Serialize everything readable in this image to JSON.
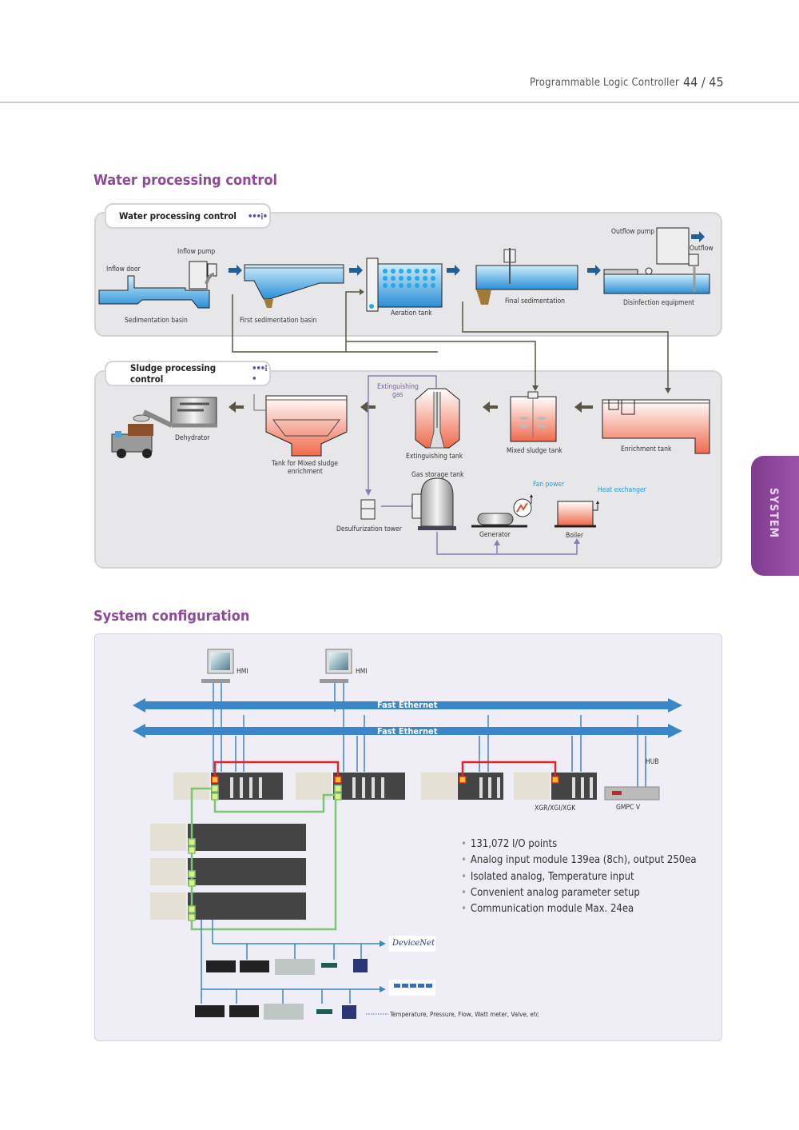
{
  "header": {
    "doc_title": "Programmable Logic Controller",
    "page_numbers": "44 / 45"
  },
  "side_tab": {
    "label": "SYSTEM"
  },
  "water_section": {
    "title": "Water processing control",
    "water_panel": {
      "pill_label": "Water processing control",
      "labels": {
        "inflow_door": "Inflow door",
        "inflow_pump": "Inflow pump",
        "sedimentation_basin": "Sedimentation basin",
        "first_sedimentation_basin": "First sedimentation basin",
        "aeration_tank": "Aeration tank",
        "final_sedimentation": "Final sedimentation",
        "outflow_pump": "Outflow pump",
        "outflow": "Outflow",
        "disinfection_equipment": "Disinfection equipment"
      }
    },
    "sludge_panel": {
      "pill_label": "Sludge processing control",
      "labels": {
        "dehydrator": "Dehydrator",
        "tank_mixed_sludge_enrichment_1": "Tank for Mixed sludge",
        "tank_mixed_sludge_enrichment_2": "enrichment",
        "extinguishing_gas_1": "Extinguishing",
        "extinguishing_gas_2": "gas",
        "extinguishing_tank": "Extinguishing tank",
        "mixed_sludge_tank": "Mixed sludge tank",
        "enrichment_tank": "Enrichment tank",
        "gas_storage_tank": "Gas storage tank",
        "desulfurization_tower": "Desulfurization tower",
        "fan_power": "Fan power",
        "heat_exchanger": "Heat exchanger",
        "generator": "Generator",
        "boiler": "Boiler"
      }
    }
  },
  "config_section": {
    "title": "System configuration",
    "hmi_1": "HMI",
    "hmi_2": "HMI",
    "network_1": "Fast Ethernet",
    "network_2": "Fast Ethernet",
    "hub": "HUB",
    "plc_label": "XGR/XGI/XGK",
    "gmpc_label": "GMPC V",
    "devicenet_label": "DeviceNet",
    "field_devices_note": "Temperature, Pressure, Flow, Watt meter, Valve, etc",
    "features": [
      "131,072 I/O points",
      "Analog input module 139ea (8ch), output 250ea",
      "Isolated analog, Temperature input",
      "Convenient analog parameter setup",
      "Communication module Max. 24ea"
    ]
  },
  "colors": {
    "accent_purple": "#8c4a99",
    "network_blue": "#3a86c8",
    "redundancy_red": "#e0262b",
    "link_green": "#7cc576",
    "flow_arrow_blue": "#1f5f9a",
    "sludge_arrow": "#5a5543"
  }
}
